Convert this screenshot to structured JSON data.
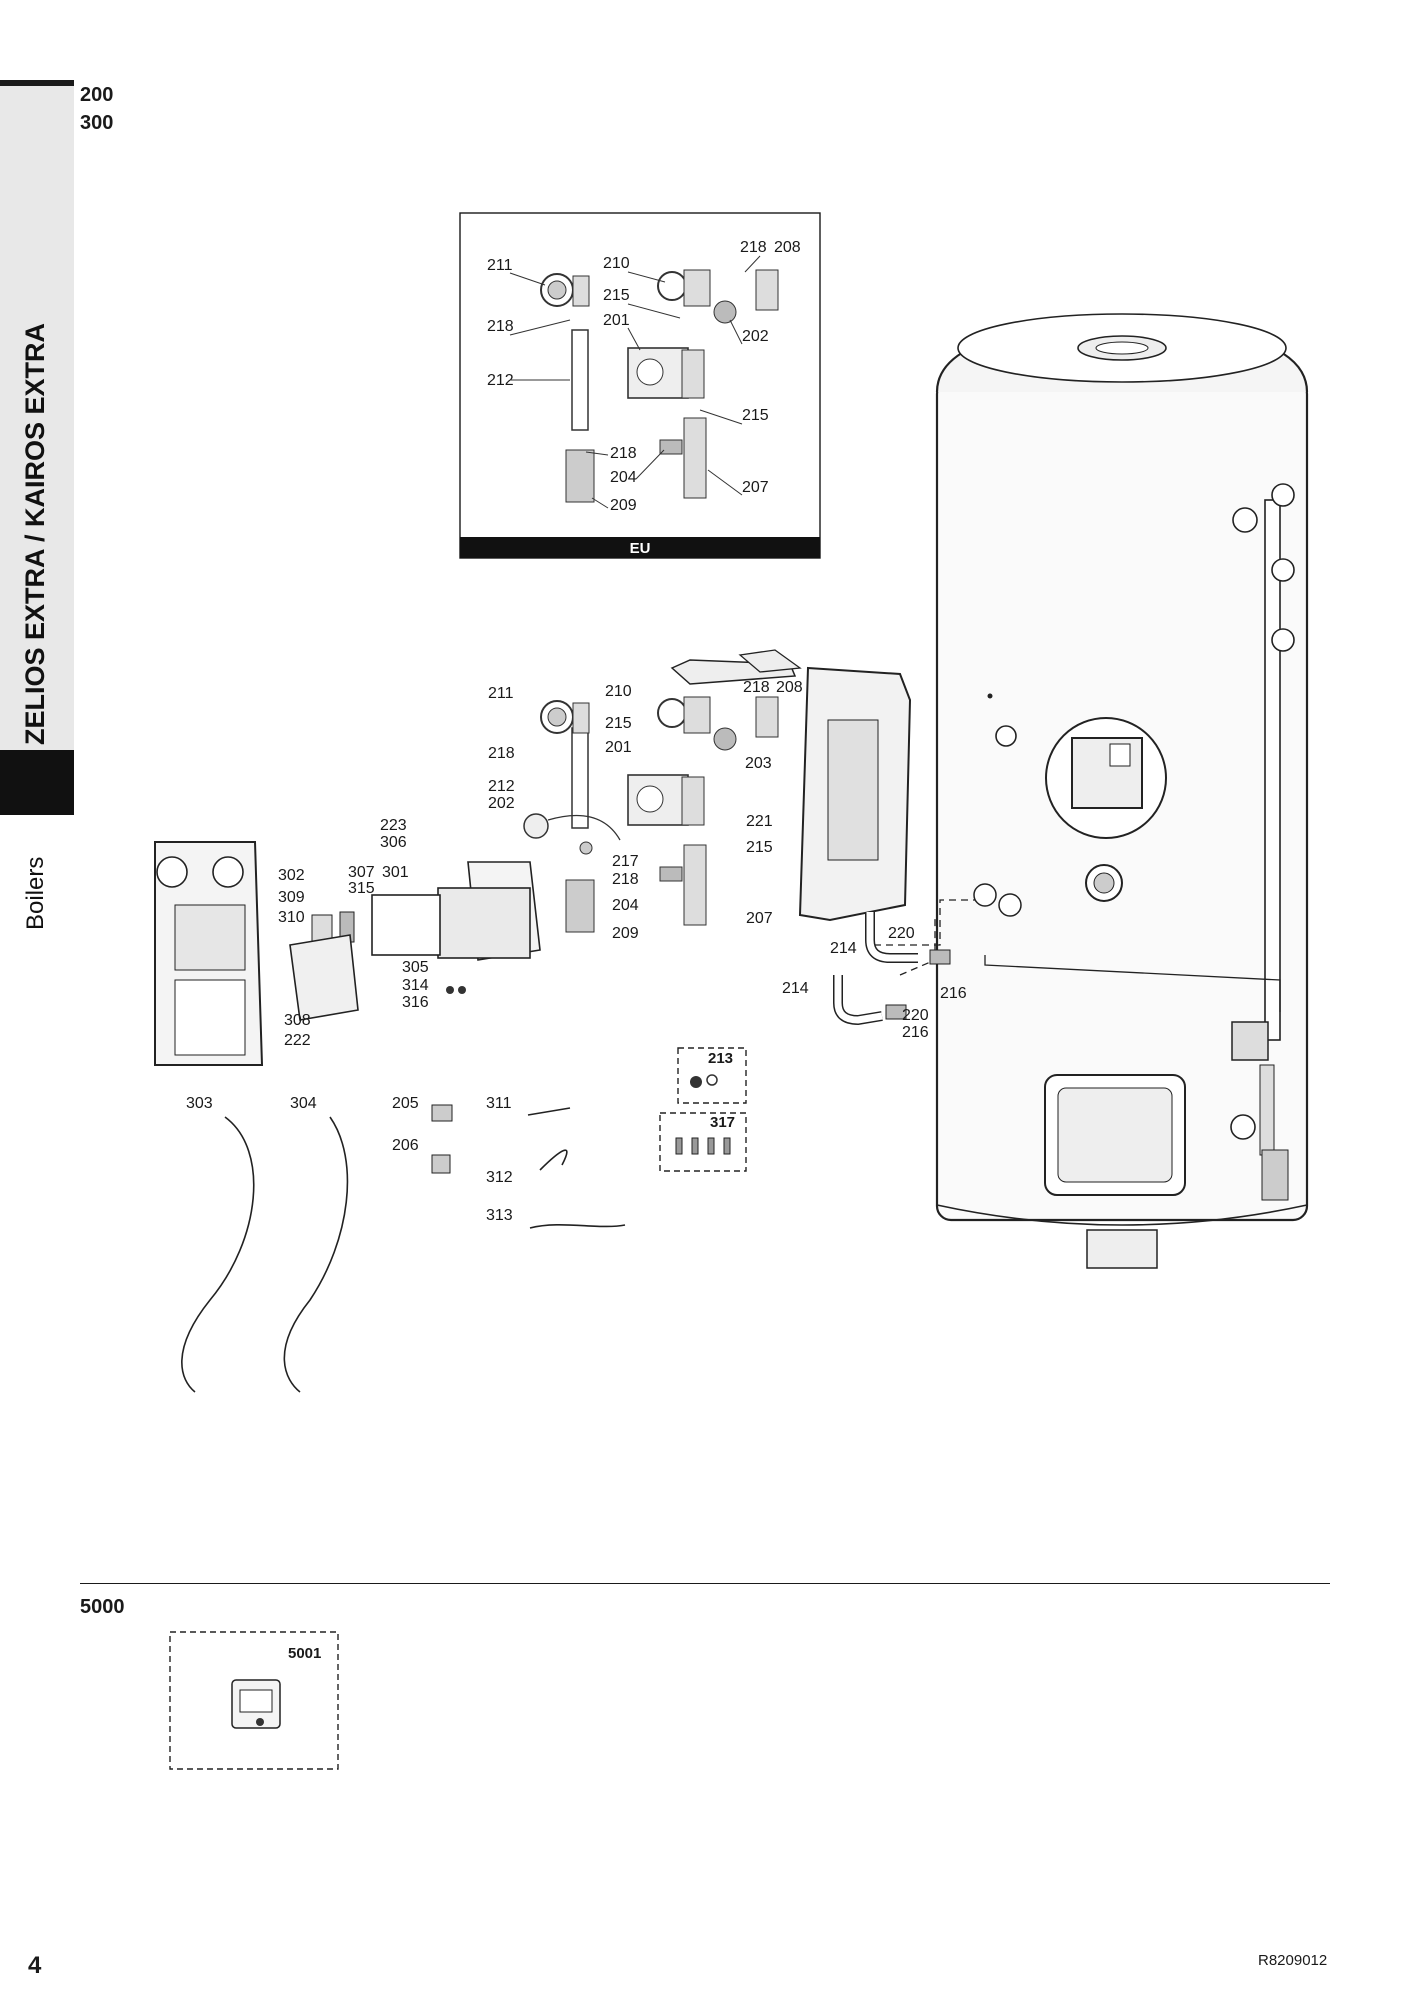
{
  "header": {
    "models": [
      "200",
      "300"
    ]
  },
  "side_tab": {
    "title": "ZELIOS EXTRA / KAIROS EXTRA",
    "subtitle": "Boilers"
  },
  "inset": {
    "region_label": "EU",
    "callouts": [
      "211",
      "210",
      "218",
      "208",
      "215",
      "218",
      "201",
      "202",
      "212",
      "215",
      "218",
      "204",
      "207",
      "209"
    ]
  },
  "main_callouts": [
    "211",
    "210",
    "218",
    "208",
    "215",
    "203",
    "218",
    "201",
    "212",
    "202",
    "221",
    "215",
    "217",
    "218",
    "204",
    "207",
    "209",
    "223",
    "306",
    "302",
    "307",
    "301",
    "309",
    "315",
    "310",
    "305",
    "314",
    "316",
    "308",
    "222",
    "214",
    "220",
    "216",
    "214",
    "220",
    "216",
    "213",
    "317",
    "303",
    "304",
    "205",
    "206",
    "311",
    "312",
    "313"
  ],
  "section_5000": {
    "label": "5000",
    "item_label": "5001"
  },
  "footer": {
    "page_number": "4",
    "reference": "R8209012"
  }
}
